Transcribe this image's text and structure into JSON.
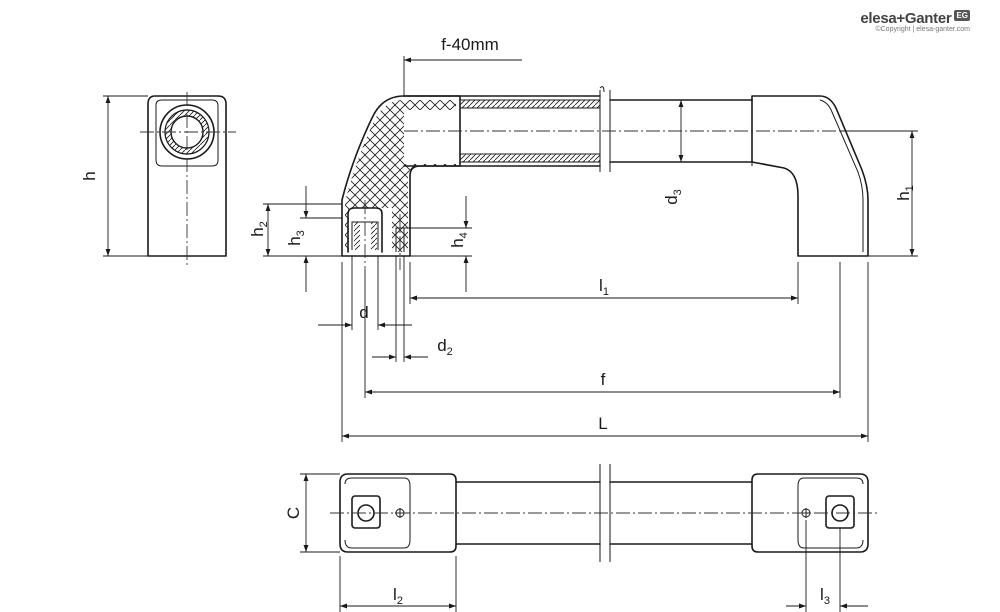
{
  "brand": {
    "name": "elesa+Ganter",
    "mark": "EG",
    "copyright": "©Copyright | elesa-ganter.com"
  },
  "labels": {
    "h": "h",
    "h1": {
      "base": "h",
      "sub": "1"
    },
    "h2": {
      "base": "h",
      "sub": "2"
    },
    "h3": {
      "base": "h",
      "sub": "3"
    },
    "h4": {
      "base": "h",
      "sub": "4"
    },
    "d": "d",
    "d2": {
      "base": "d",
      "sub": "2"
    },
    "d3": {
      "base": "d",
      "sub": "3"
    },
    "l1": {
      "base": "l",
      "sub": "1"
    },
    "l2": {
      "base": "l",
      "sub": "2"
    },
    "l3": {
      "base": "l",
      "sub": "3"
    },
    "f": "f",
    "f_offset": "f-40mm",
    "L": "L",
    "C": "C"
  }
}
